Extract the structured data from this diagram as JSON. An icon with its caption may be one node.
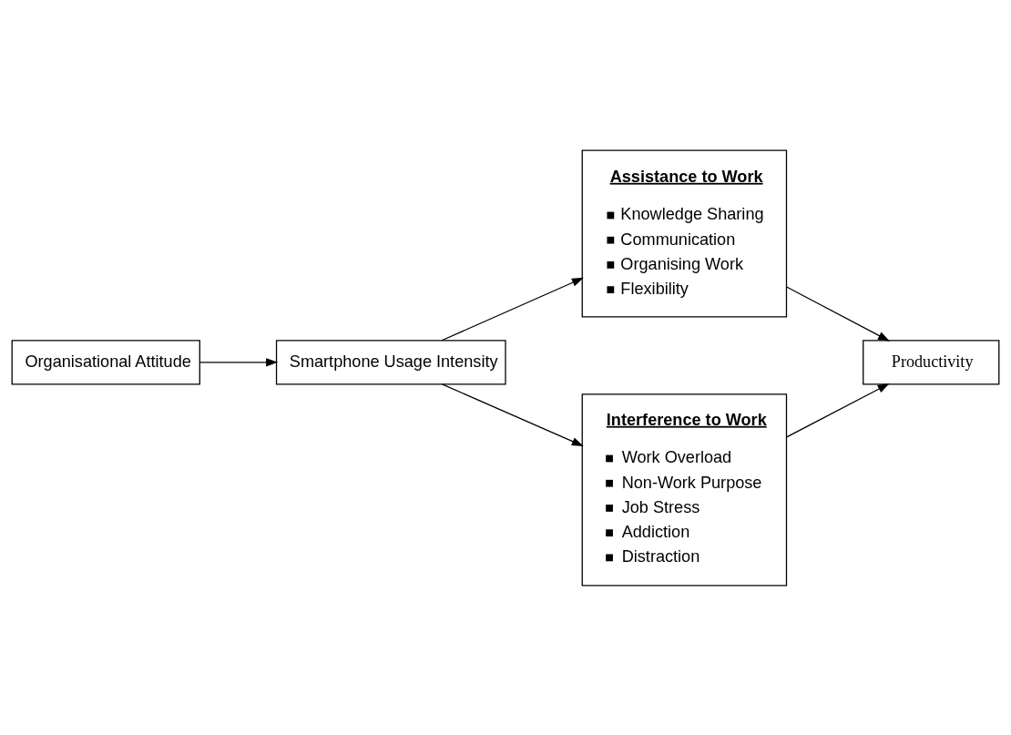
{
  "diagram": {
    "nodes": [
      {
        "text": [
          "Organisational Attitude"
        ]
      },
      {
        "text": [
          "Smartphone Usage Intensity"
        ]
      },
      {
        "text": [
          "Assistance to Work",
          "Knowledge Sharing",
          "Communication",
          "Organising Work",
          "Flexibility"
        ]
      },
      {
        "text": [
          "Productivity"
        ]
      },
      {
        "text": [
          "Interference to Work",
          "Work Overload",
          "Non-Work Purpose",
          "Job Stress",
          "Addiction",
          "Distraction"
        ]
      }
    ],
    "edges": [
      {
        "from": 0,
        "to": 1,
        "arrow": "to"
      },
      {
        "from": 1,
        "to": 2,
        "arrow": "to"
      },
      {
        "from": 1,
        "to": 4,
        "arrow": "to"
      },
      {
        "from": 2,
        "to": 3,
        "arrow": "to"
      },
      {
        "from": 4,
        "to": 3,
        "arrow": "to"
      }
    ]
  }
}
